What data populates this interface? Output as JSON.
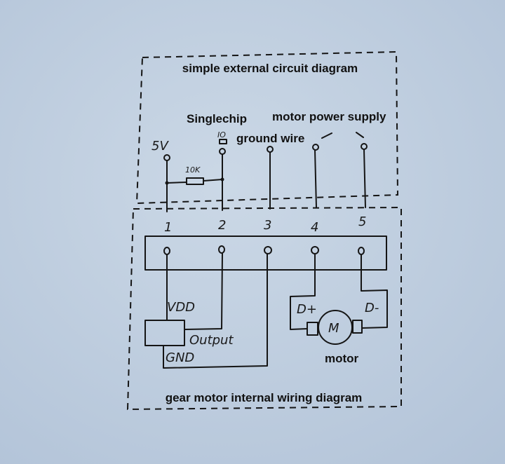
{
  "external": {
    "title": "simple external circuit diagram",
    "singlechip_label": "Singlechip",
    "io_label": "IO",
    "ground_label": "ground wire",
    "motor_power_label": "motor power supply",
    "vcc_label": "5V",
    "resistor_label": "10K"
  },
  "terminals": [
    "1",
    "2",
    "3",
    "4",
    "5"
  ],
  "internal": {
    "title": "gear motor internal wiring diagram",
    "vdd_label": "VDD",
    "output_label": "Output",
    "gnd_label": "GND",
    "d_plus_label": "D+",
    "d_minus_label": "D-",
    "motor_symbol": "M",
    "motor_label": "motor"
  },
  "colors": {
    "background": "#bccbdd",
    "ink": "#151515"
  }
}
